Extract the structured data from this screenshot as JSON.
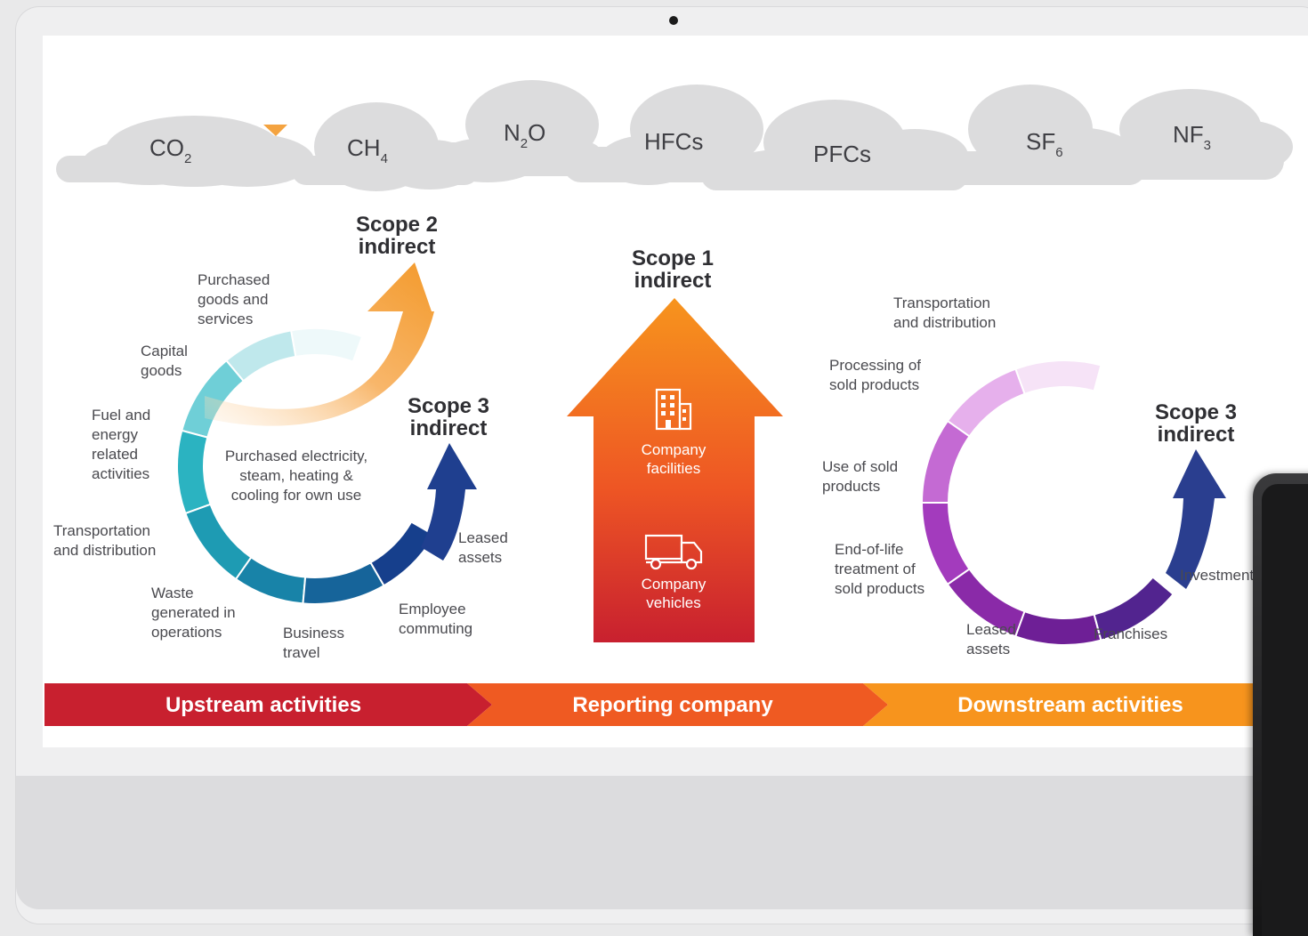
{
  "gases": [
    {
      "base": "CO",
      "sub": "2",
      "after": ""
    },
    {
      "base": "CH",
      "sub": "4",
      "after": ""
    },
    {
      "base": "N",
      "sub": "2",
      "after": "O"
    },
    {
      "base": "HFCs",
      "sub": "",
      "after": ""
    },
    {
      "base": "PFCs",
      "sub": "",
      "after": ""
    },
    {
      "base": "SF",
      "sub": "6",
      "after": ""
    },
    {
      "base": "NF",
      "sub": "3",
      "after": ""
    }
  ],
  "scope2": {
    "line1": "Scope 2",
    "line2": "indirect"
  },
  "scope1": {
    "line1": "Scope 1",
    "line2": "indirect",
    "facilities": [
      "Company",
      "facilities"
    ],
    "vehicles": [
      "Company",
      "vehicles"
    ]
  },
  "scope3_upstream_title": {
    "line1": "Scope 3",
    "line2": "indirect"
  },
  "scope3_downstream_title": {
    "line1": "Scope 3",
    "line2": "indirect"
  },
  "scope2_center": [
    "Purchased electricity,",
    "steam, heating &",
    "cooling for own use"
  ],
  "upstream_labels": [
    [
      "Purchased",
      "goods and",
      "services"
    ],
    [
      "Capital",
      "goods"
    ],
    [
      "Fuel and",
      "energy",
      "related",
      "activities"
    ],
    [
      "Transportation",
      "and distribution"
    ],
    [
      "Waste",
      "generated in",
      "operations"
    ],
    [
      "Business",
      "travel"
    ],
    [
      "Employee",
      "commuting"
    ],
    [
      "Leased",
      "assets"
    ]
  ],
  "downstream_labels": [
    [
      "Transportation",
      "and distribution"
    ],
    [
      "Processing of",
      "sold products"
    ],
    [
      "Use of sold",
      "products"
    ],
    [
      "End-of-life",
      "treatment of",
      "sold products"
    ],
    [
      "Leased",
      "assets"
    ],
    [
      "Franchises"
    ],
    [
      "Investments"
    ]
  ],
  "bands": {
    "upstream": "Upstream activities",
    "reporting": "Reporting company",
    "downstream": "Downstream activities"
  },
  "colors": {
    "upstream_band": "#c8202f",
    "reporting_band": "#ef5a22",
    "downstream_band": "#f7941d",
    "scope2_arrow": "#f4a340",
    "scope3_up_arrow": "#1f3f8f",
    "scope3_down_arrow": "#2a3e8f",
    "cloud": "#dcdcdd",
    "teal": "#2bb3c1",
    "purple": "#7a1fa2"
  }
}
